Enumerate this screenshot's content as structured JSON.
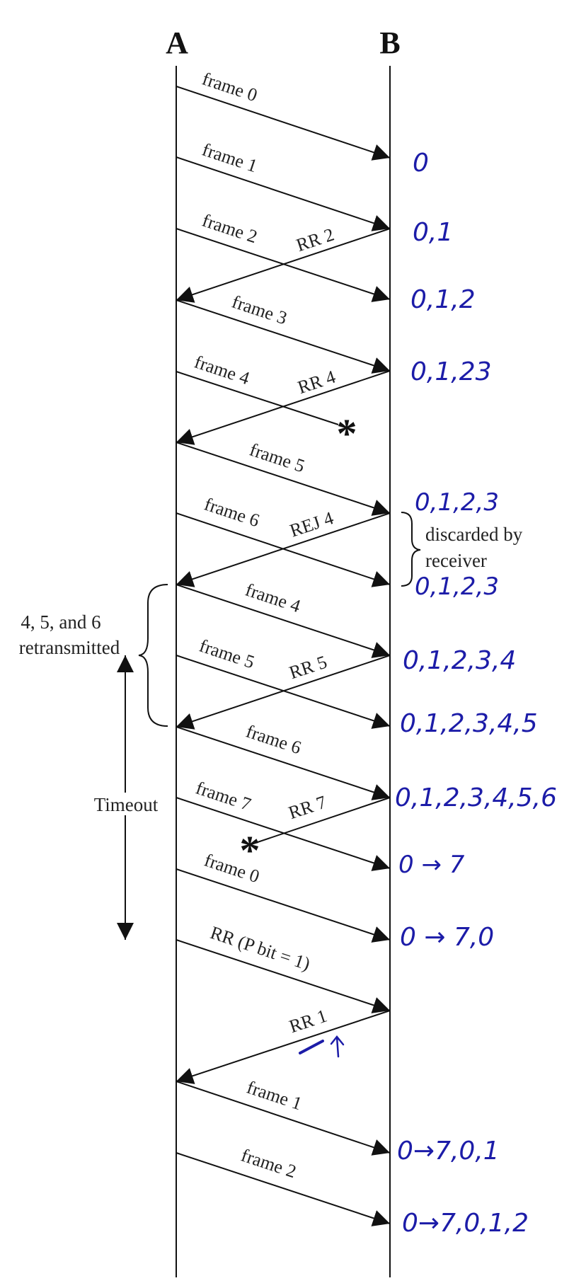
{
  "stations": {
    "a": "A",
    "b": "B"
  },
  "messages": [
    {
      "label": "frame 0"
    },
    {
      "label": "frame 1"
    },
    {
      "label": "frame 2"
    },
    {
      "label": "RR 2"
    },
    {
      "label": "frame 3"
    },
    {
      "label": "frame 4"
    },
    {
      "label": "RR 4"
    },
    {
      "label": "frame 5"
    },
    {
      "label": "frame 6"
    },
    {
      "label": "REJ 4"
    },
    {
      "label": "frame 4"
    },
    {
      "label": "frame 5"
    },
    {
      "label": "RR 5"
    },
    {
      "label": "frame 6"
    },
    {
      "label": "frame 7"
    },
    {
      "label": "RR 7"
    },
    {
      "label": "frame 0"
    },
    {
      "label": "RR (P bit = 1)"
    },
    {
      "label": "RR 1"
    },
    {
      "label": "frame 1"
    },
    {
      "label": "frame 2"
    }
  ],
  "receiver_states": [
    "0",
    "0,1",
    "0,1,2",
    "0,1,23",
    "0,1,2,3",
    "0,1,2,3",
    "0,1,2,3,4",
    "0,1,2,3,4,5",
    "0,1,2,3,4,5,6",
    "0 → 7",
    "0 → 7,0",
    "0→7,0,1",
    "0→7,0,1,2"
  ],
  "annotations": {
    "discarded": [
      "discarded by",
      "receiver"
    ],
    "retransmitted": [
      "4, 5, and 6",
      "retransmitted"
    ],
    "timeout": "Timeout",
    "lost_marker": "*"
  }
}
